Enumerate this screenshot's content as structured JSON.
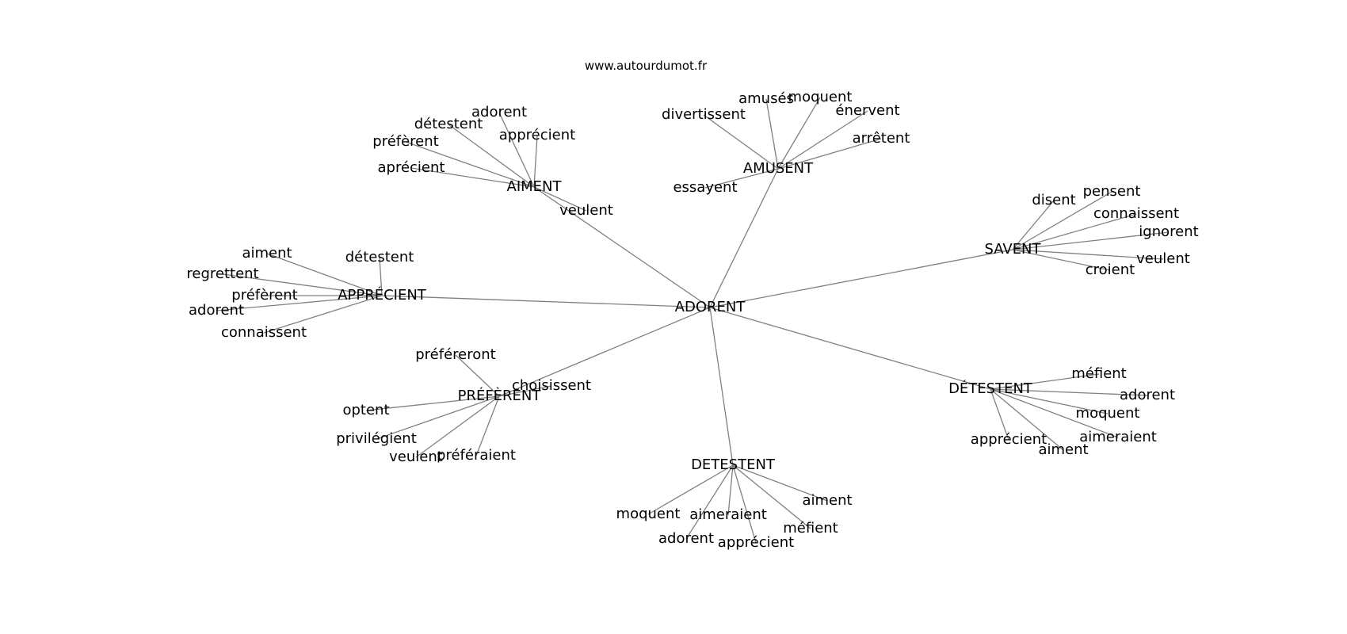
{
  "header": {
    "site": "www.autourdumot.fr"
  },
  "graph": {
    "center": "ADORENT",
    "clusters": [
      {
        "word": "AIMENT",
        "leaves": [
          "adorent",
          "détestent",
          "apprécient",
          "préfèrent",
          "aprécient",
          "veulent"
        ]
      },
      {
        "word": "AMUSENT",
        "leaves": [
          "amusés",
          "moquent",
          "divertissent",
          "énervent",
          "arrêtent",
          "essayent"
        ]
      },
      {
        "word": "SAVENT",
        "leaves": [
          "disent",
          "pensent",
          "connaissent",
          "ignorent",
          "veulent",
          "croient"
        ]
      },
      {
        "word": "APPRÉCIENT",
        "leaves": [
          "aiment",
          "détestent",
          "regrettent",
          "préfèrent",
          "adorent",
          "connaissent"
        ]
      },
      {
        "word": "PRÉFÈRENT",
        "leaves": [
          "préféreront",
          "choisissent",
          "optent",
          "privilégient",
          "veulent",
          "préféraient"
        ]
      },
      {
        "word": "DÉTESTENT",
        "leaves": [
          "méfient",
          "adorent",
          "moquent",
          "aimeraient",
          "apprécient",
          "aiment"
        ]
      },
      {
        "word": "DETESTENT",
        "leaves": [
          "aiment",
          "moquent",
          "aimeraient",
          "méfient",
          "adorent",
          "apprécient"
        ]
      }
    ]
  }
}
